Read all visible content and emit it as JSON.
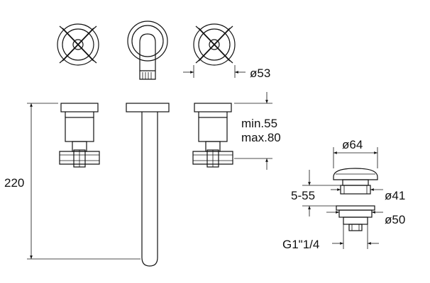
{
  "dimensions": {
    "cross_handle_diameter": "ø53",
    "projection_min": "min.55",
    "projection_max": "max.80",
    "height": "220",
    "waste_cap_diameter": "ø64",
    "waste_height_range": "5-55",
    "waste_body_diameter": "ø41",
    "waste_flange_diameter": "ø50",
    "waste_thread": "G1\"1/4"
  }
}
